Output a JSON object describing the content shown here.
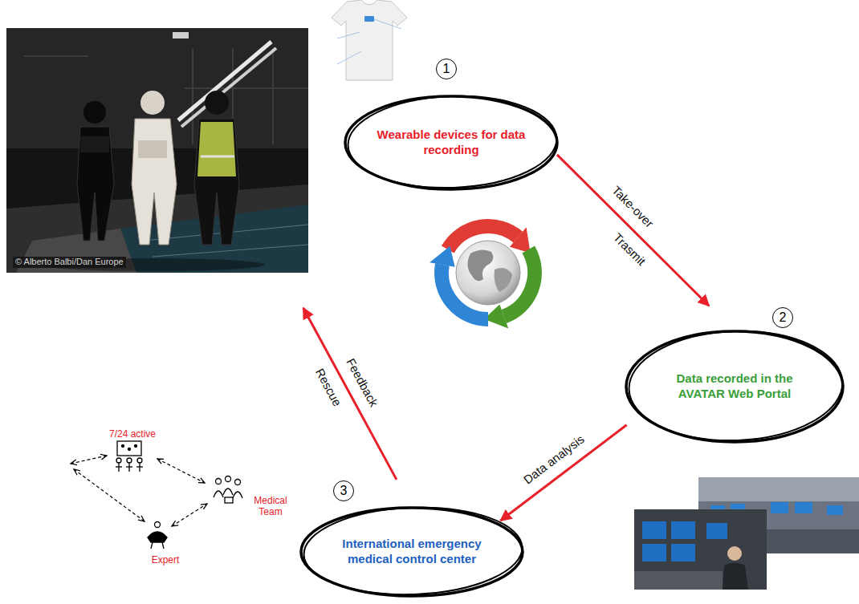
{
  "diagram": {
    "nodes": [
      {
        "text": [
          "© Alberto Balbi/Dan Europe"
        ]
      },
      {
        "text": [
          "Wearable devices for data recording"
        ]
      },
      {
        "text": [
          "Data recorded in the AVATAR Web Portal"
        ]
      },
      {
        "text": [
          "International emergency medical control center"
        ]
      }
    ],
    "edges": [
      {
        "from": 1,
        "to": 2,
        "arrow": "to",
        "label": "Take-over"
      },
      {
        "from": 2,
        "to": 3,
        "arrow": "to",
        "label": "Data analysis"
      },
      {
        "from": 3,
        "to": 0,
        "arrow": "to",
        "label": "Feedback"
      }
    ],
    "labels": [
      "1",
      "2",
      "3",
      "Trasmit",
      "Rescue",
      "7/24 active",
      "Medical Team",
      "Expert"
    ]
  }
}
